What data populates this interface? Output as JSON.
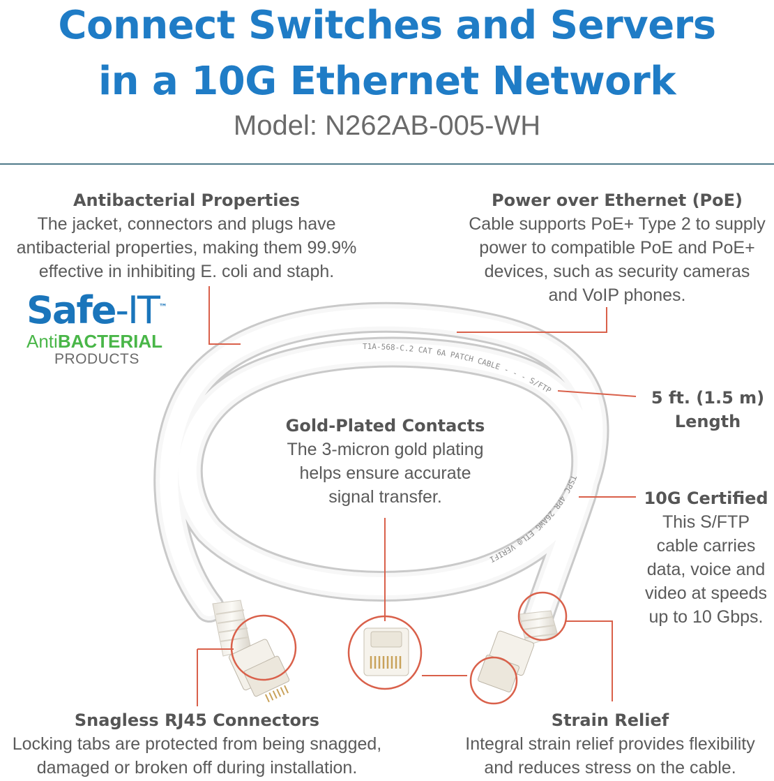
{
  "headline": {
    "line1": "Connect Switches and Servers",
    "line2": "in a 10G Ethernet Network"
  },
  "model": "Model: N262AB-005-WH",
  "features": {
    "antibacterial": {
      "title": "Antibacterial Properties",
      "lines": [
        "The jacket, connectors and plugs have",
        "antibacterial properties, making them 99.9%",
        "effective in inhibiting E. coli and staph."
      ]
    },
    "poe": {
      "title": "Power over Ethernet (PoE)",
      "lines": [
        "Cable supports PoE+ Type 2 to supply",
        "power to compatible PoE and PoE+",
        "devices, such as security cameras",
        "and VoIP phones."
      ]
    },
    "length": {
      "lines": [
        "5 ft. (1.5 m)",
        "Length"
      ]
    },
    "gold": {
      "title": "Gold-Plated Contacts",
      "lines": [
        "The 3-micron gold plating",
        "helps ensure accurate",
        "signal transfer."
      ]
    },
    "certified": {
      "title": "10G Certified",
      "lines": [
        "This S/FTP",
        "cable carries",
        "data, voice and",
        "video at speeds",
        "up to 10 Gbps."
      ]
    },
    "snagless": {
      "title": "Snagless RJ45 Connectors",
      "lines": [
        "Locking tabs are protected from being snagged,",
        "damaged or broken off during installation."
      ]
    },
    "strain": {
      "title": "Strain Relief",
      "lines": [
        "Integral strain relief provides flexibility",
        "and reduces stress on the cable."
      ]
    }
  },
  "logo": {
    "brand_main": "Safe",
    "brand_suffix": "-IT",
    "tm": "™",
    "line2_a": "Anti",
    "line2_b": "BACTERIAL",
    "line3": "PRODUCTS"
  },
  "cable_print": {
    "upper": "T1A-568-C.2 CAT 6A PATCH CABLE - - - S/FTP",
    "lower": "TSPC 4PR 26AWG ETL@ VERIFIED"
  },
  "colors": {
    "headline": "#1f7cc6",
    "callout": "#d9604a",
    "divider": "#4f7a8a",
    "logo_blue": "#1a75bb",
    "logo_green": "#49b648"
  }
}
